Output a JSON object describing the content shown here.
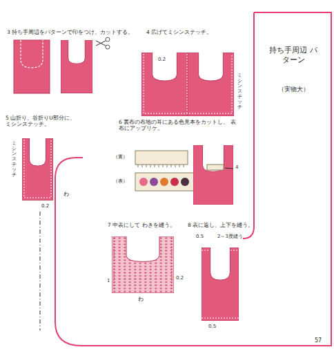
{
  "diagram": {
    "labels": [
      "3 持ち手周辺をパターンで印をつけ、カットする。",
      "4 広げてミシンステッチ。",
      "0.2",
      "ミシンステッチ",
      "持ち手周辺 パターン",
      "（実物大）",
      "5 山折り、谷折りU部分に、 ミシンステッチ。",
      "ミシンステッチ",
      "0.2",
      "6 裏布の布地の耳にある色見本をカットし、 表布にアップリケ。",
      "（裏）",
      "（表）",
      "4",
      "わ",
      "7 中表にして わきを縫う。",
      "1",
      "0.2",
      "わ",
      "8 表に返し、上下を縫う。",
      "0.5",
      "2～3度縫う",
      "0.5",
      "57"
    ]
  }
}
